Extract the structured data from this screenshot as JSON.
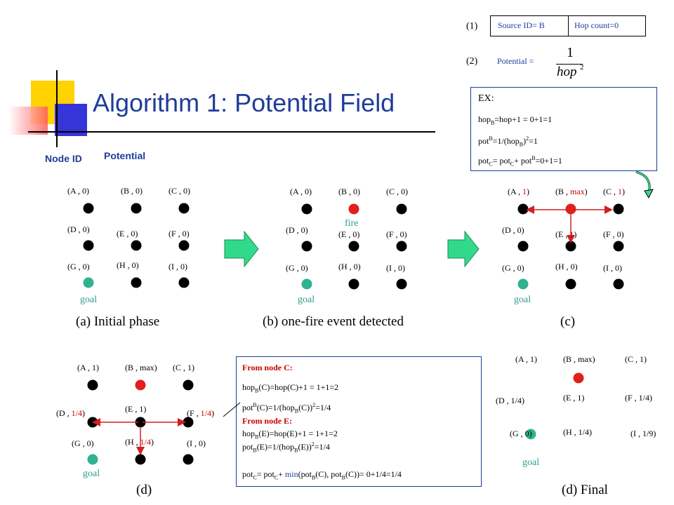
{
  "title": "Algorithm 1: Potential Field",
  "labels": {
    "node_id": "Node ID",
    "potential": "Potential",
    "goal": "goal",
    "fire": "fire"
  },
  "top": {
    "step1": "(1)",
    "step2": "(2)",
    "source_id": "Source ID= B",
    "hop_count": "Hop count=0",
    "potential_label": "Potential =",
    "formula_num": "1",
    "formula_den": "hop",
    "formula_exp": "2"
  },
  "ex_box": {
    "title": "EX:",
    "line1": "hopB=hop+1 = 0+1=1",
    "line2": "potB=1/(hopB)2=1",
    "line3": "potC= potC+ potB=0+1=1"
  },
  "from_box": {
    "h1": "From node C:",
    "l1": "hopB(C)=hop(C)+1 = 1+1=2",
    "l2": "potB(C)=1/(hopB(C))2=1/4",
    "h2": "From node E:",
    "l3": "hopB(E)=hop(E)+1 = 1+1=2",
    "l4": "potB(E)=1/(hopB(E))2=1/4",
    "l5": "potC= potC+ min(potB(C), potB(C))= 0+1/4=1/4"
  },
  "panels": [
    {
      "caption": "(a) Initial phase",
      "nodes": [
        "(A ,  0)",
        "(B , 0)",
        "(C , 0)",
        "(D , 0)",
        "(E , 0)",
        "(F , 0)",
        "(G , 0)",
        "(H , 0)",
        "(I , 0)"
      ]
    },
    {
      "caption": "(b) one-fire event detected",
      "nodes": [
        "(A , 0)",
        "(B , 0)",
        "(C , 0)",
        "(D , 0)",
        "(E , 0)",
        "(F , 0)",
        "(G , 0)",
        "(H , 0)",
        "(I , 0)"
      ]
    },
    {
      "caption": "(c)",
      "nodes": [
        "(A , 1)",
        "(B , max)",
        "(C , 1)",
        "(D , 0)",
        "(E , 1)",
        "(F , 0)",
        "(G , 0)",
        "(H , 0)",
        "(I , 0)"
      ]
    },
    {
      "caption": "(d)",
      "nodes": [
        "(A , 1)",
        "(B , max)",
        "(C , 1)",
        "(D , 1/4)",
        "(E , 1)",
        "(F , 1/4)",
        "(G , 0)",
        "(H , 1/4)",
        "(I , 0)"
      ]
    },
    {
      "caption": "(d) Final",
      "nodes": [
        "(A , 1)",
        "(B , max)",
        "(C , 1)",
        "(D , 1/4)",
        "(E , 1)",
        "(F , 1/4)",
        "(G , 0)",
        "(H , 1/4)",
        "(I , 1/9)"
      ]
    }
  ],
  "colors": {
    "title": "#1f3d99",
    "node": "#000000",
    "goal_node": "#2fb38f",
    "fire_node": "#e0201c",
    "arrow_fill": "#33d98a",
    "arrow_red": "#d02020"
  }
}
